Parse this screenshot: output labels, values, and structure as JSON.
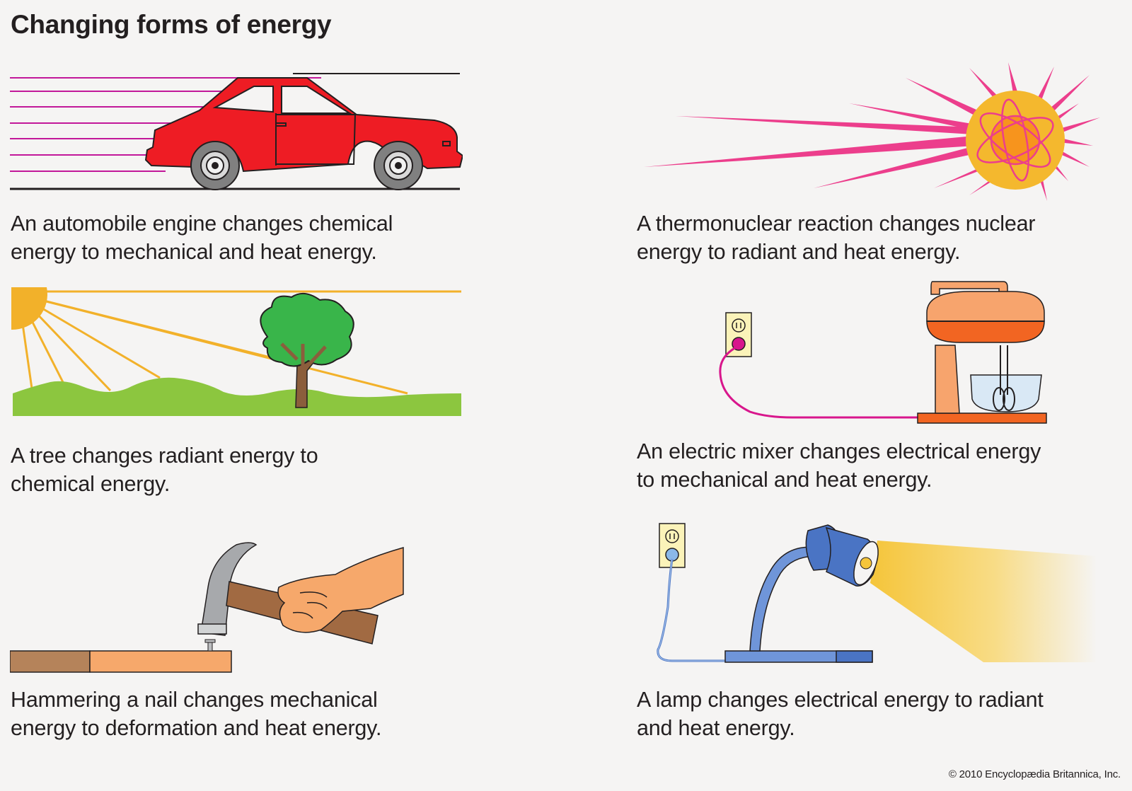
{
  "title": "Changing forms of energy",
  "panels": [
    {
      "id": "automobile",
      "caption": [
        "An automobile engine changes chemical",
        "energy to mechanical and heat energy."
      ]
    },
    {
      "id": "thermonuclear",
      "caption": [
        "A thermonuclear reaction changes nuclear",
        "energy to radiant and heat energy."
      ]
    },
    {
      "id": "tree",
      "caption": [
        "A tree changes radiant energy to",
        "chemical energy."
      ]
    },
    {
      "id": "mixer",
      "caption": [
        "An electric mixer changes electrical energy",
        "to mechanical and heat energy."
      ]
    },
    {
      "id": "hammer",
      "caption": [
        "Hammering a nail changes mechanical",
        "energy to deformation and heat energy."
      ]
    },
    {
      "id": "lamp",
      "caption": [
        "A lamp changes electrical energy to radiant",
        "and heat energy."
      ]
    }
  ],
  "copyright": "© 2010 Encyclopædia Britannica, Inc.",
  "colors": {
    "car": "#ee1c24",
    "speed_lines": "#c2189a",
    "sun_rays": "#ec3e8c",
    "sun_core": "#f4b82e",
    "sky_rays": "#f2b12a",
    "grass": "#8cc63f",
    "mixer": "#f26522",
    "lamp": "#4a74c4"
  }
}
